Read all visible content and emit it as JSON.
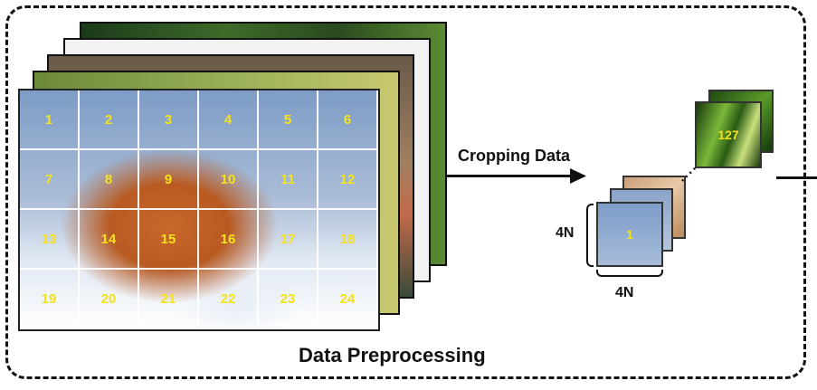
{
  "diagram": {
    "grid_numbers": [
      "1",
      "2",
      "3",
      "4",
      "5",
      "6",
      "7",
      "8",
      "9",
      "10",
      "11",
      "12",
      "13",
      "14",
      "15",
      "16",
      "17",
      "18",
      "19",
      "20",
      "21",
      "22",
      "23",
      "24"
    ],
    "arrow_label": "Cropping Data",
    "crop": {
      "first_label": "1",
      "last_label": "127",
      "height_label": "4N",
      "width_label": "4N"
    },
    "section_title": "Data Preprocessing"
  }
}
